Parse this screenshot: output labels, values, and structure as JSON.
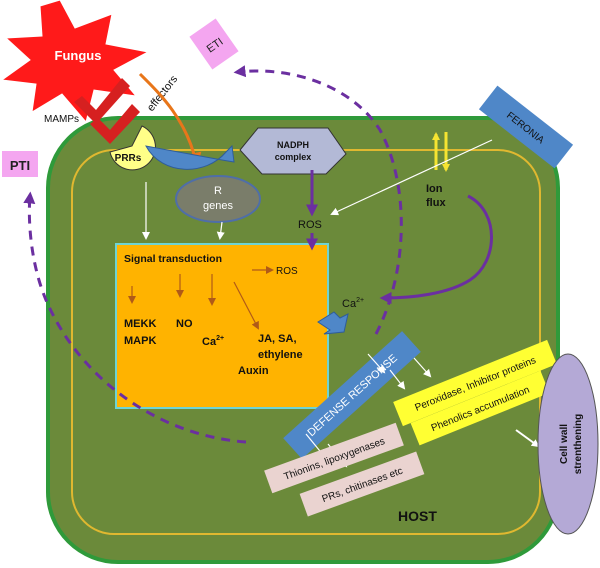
{
  "colors": {
    "cell_fill": "#6b8a3a",
    "cell_border": "#2f9a3a",
    "inner_line": "#e0b830",
    "signal_box": "#ffb300",
    "signal_box_border": "#6ed4d4",
    "fungus": "#ff1a1a",
    "mamps_red": "#d62020",
    "prrs_fill": "#ffff88",
    "r_genes_fill": "#7a7d6a",
    "nadph_fill": "#b3b9d6",
    "feronia_fill": "#4f87c8",
    "defense_fill": "#4f87c8",
    "yellow_box": "#ffff33",
    "pink_box": "#ead3d0",
    "cellwall_fill": "#b4a9d6",
    "eti_pti_fill": "#f4a6f0",
    "purple_arrow": "#6b2fa0",
    "orange_arrow": "#e8761a",
    "brown_arrow": "#b05a18"
  },
  "labels": {
    "fungus": "Fungus",
    "eti": "ETI",
    "pti": "PTI",
    "effectors": "effectors",
    "mamps": "MAMPs",
    "prrs": "PRRs",
    "r_genes_line1": "R",
    "r_genes_line2": "genes",
    "nadph_line1": "NADPH",
    "nadph_line2": "complex",
    "feronia": "FERONIA",
    "ion_line1": "Ion",
    "ion_line2": "flux",
    "ros_top": "ROS",
    "signal_transduction": "Signal transduction",
    "ros_box": "ROS",
    "mekk": "MEKK",
    "mapk": "MAPK",
    "no": "NO",
    "ca_box": "Ca",
    "ca_box_sup": "2+",
    "ja_line1": "JA, SA,",
    "ja_line2": "ethylene",
    "auxin": "Auxin",
    "ca_right": "Ca",
    "ca_right_sup": "2+",
    "defense_response": "DEFENSE RESPONSE",
    "peroxidase": "Peroxidase, Inhibitor proteins",
    "phenolics": "Phenolics accumulation",
    "thionins": "Thionins, lipoxygenases",
    "prs": "PRs, chitinases etc",
    "cellwall_line1": "Cell wall",
    "cellwall_line2": "strenthening",
    "host": "HOST"
  }
}
